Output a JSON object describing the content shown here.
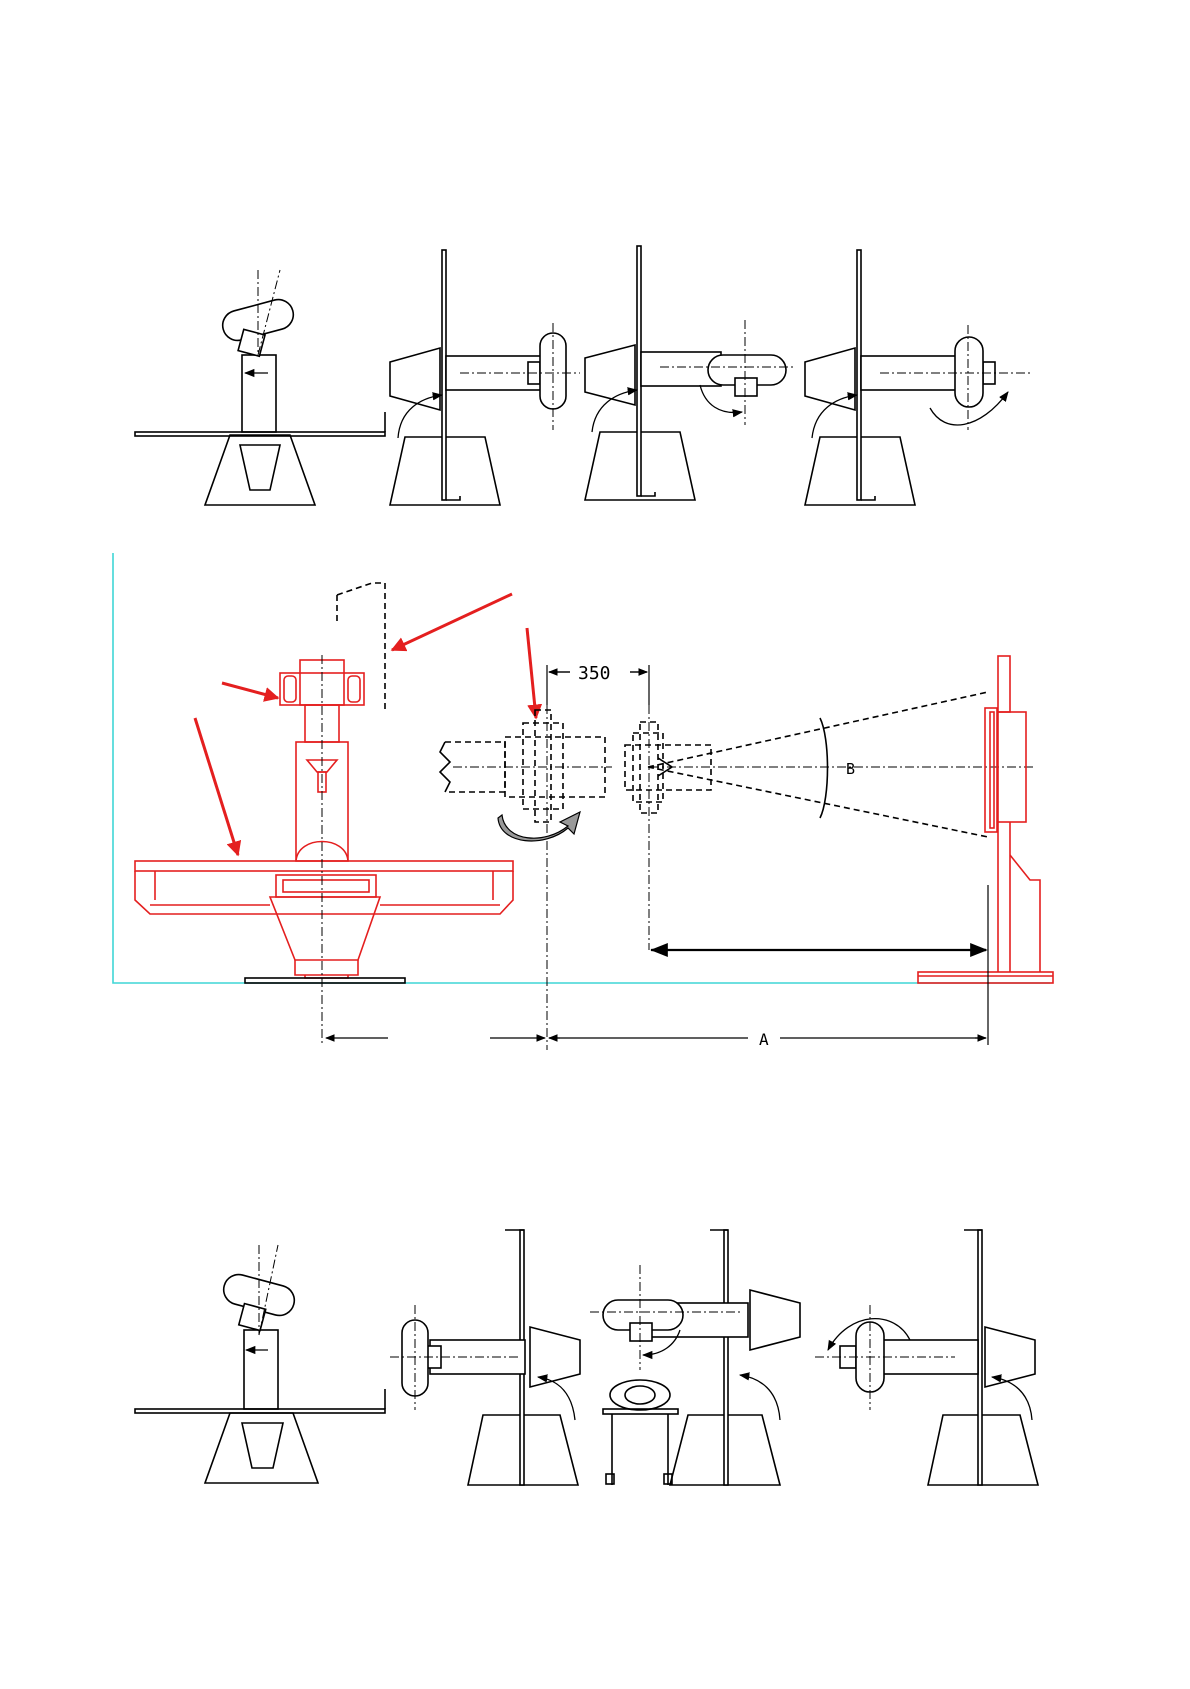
{
  "dimensions": {
    "offset_label": "350",
    "distance_label": "A",
    "angle_label": "B"
  },
  "colors": {
    "line": "#000000",
    "highlight": "#e41f1f",
    "boundary": "#3fd6d6"
  }
}
